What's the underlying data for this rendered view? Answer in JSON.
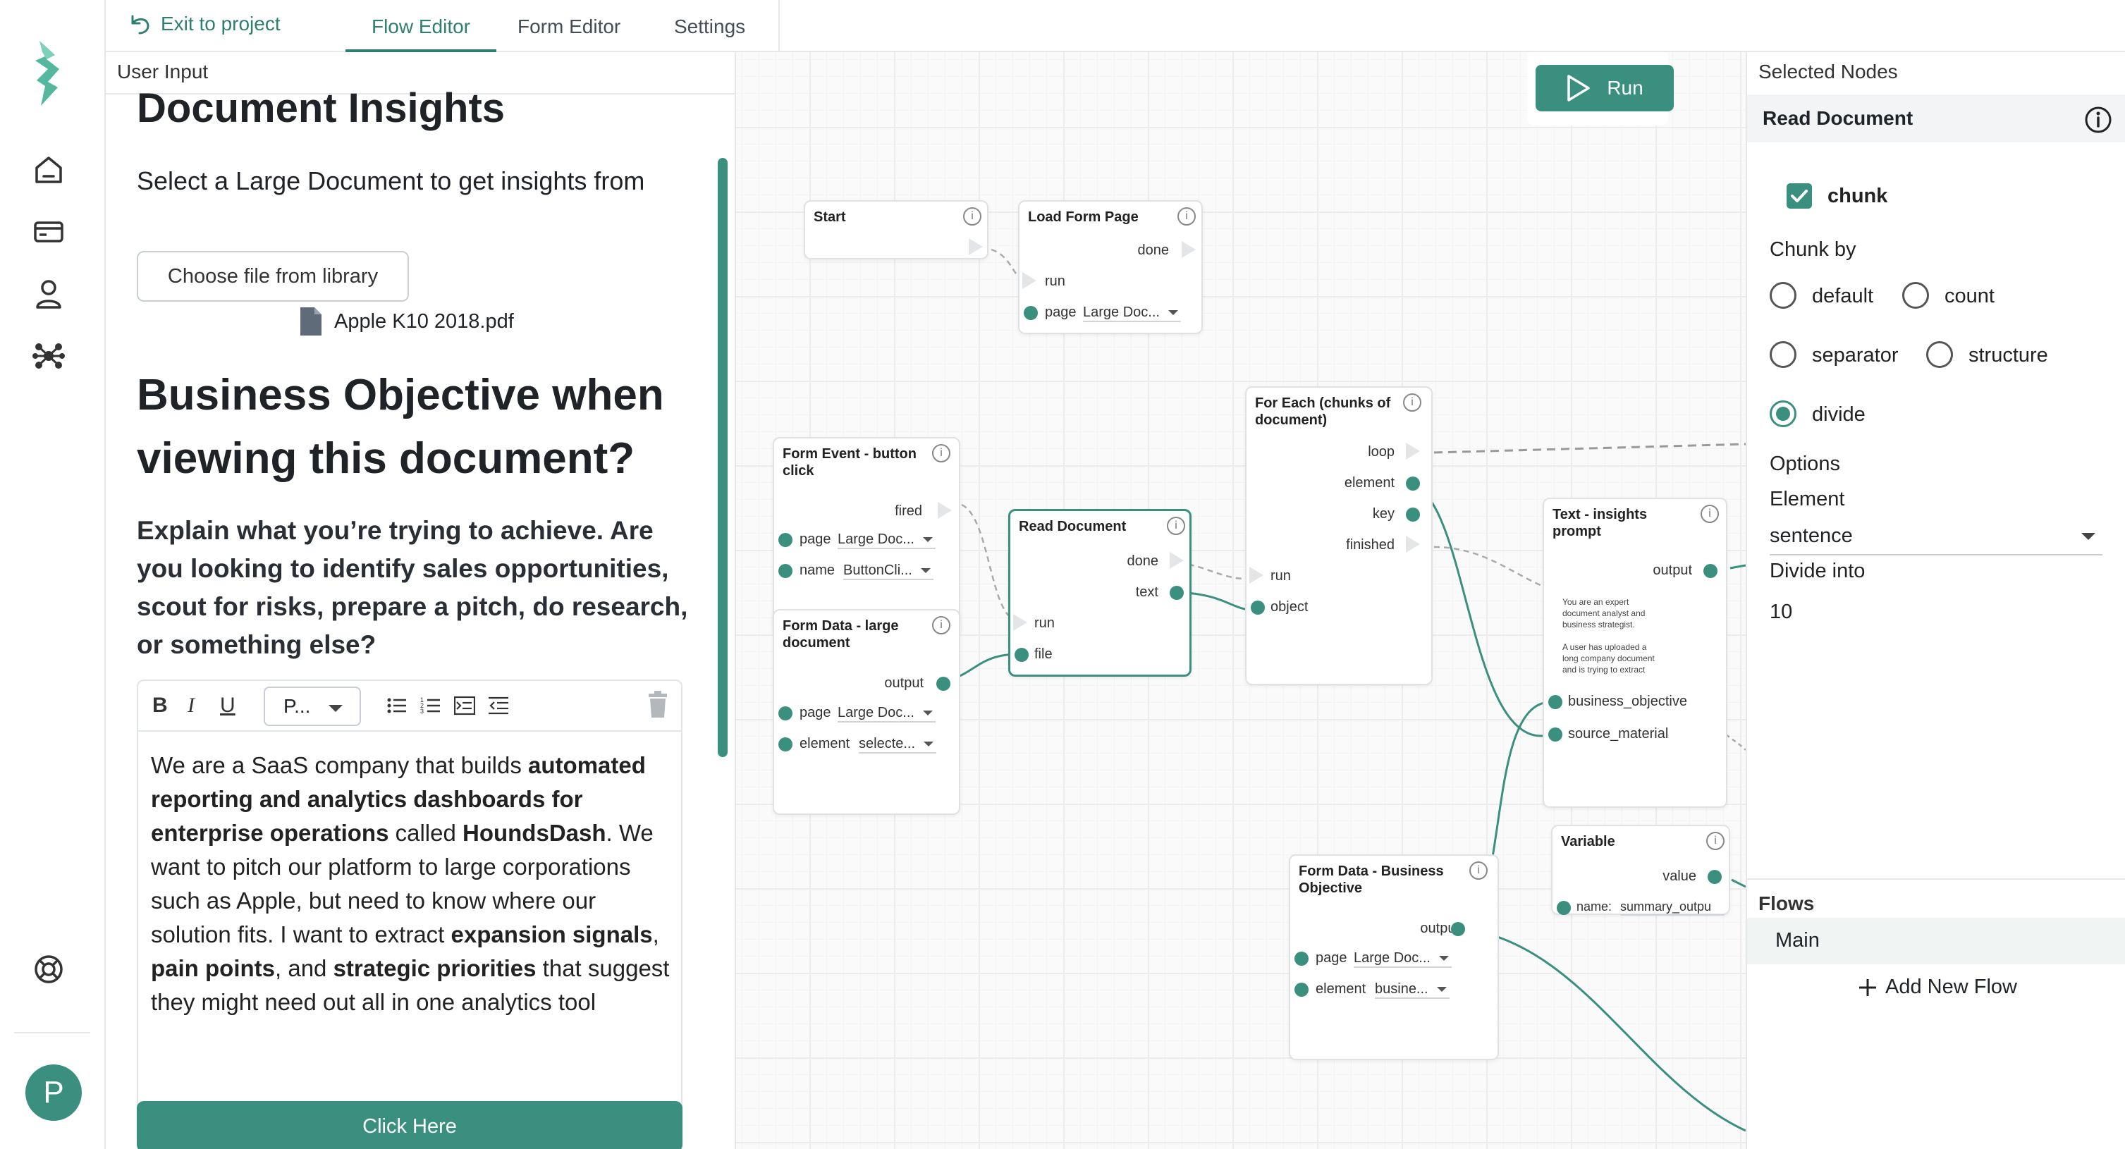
{
  "topbar": {
    "exit_label": "Exit to project",
    "tabs": [
      {
        "label": "Flow Editor",
        "active": true
      },
      {
        "label": "Form Editor",
        "active": false
      },
      {
        "label": "Settings",
        "active": false
      }
    ]
  },
  "rail": {
    "icons": [
      "logo-icon",
      "home-icon",
      "card-icon",
      "user-icon",
      "network-icon",
      "help-icon"
    ],
    "avatar_letter": "P"
  },
  "preview": {
    "header": "User Input",
    "title": "Document Insights",
    "select_text": "Select a Large Document to get insights from",
    "choose_button": "Choose file from library",
    "file_name": "Apple K10 2018.pdf",
    "question": "Business Objective when viewing this document?",
    "explain": "Explain what you’re trying to achieve. Are you looking to identify sales opportunities, scout for risks, prepare a pitch, do research, or something else?",
    "toolbar": {
      "bold": "B",
      "italic": "I",
      "underline": "U",
      "style_select": "P..."
    },
    "editor_parts": [
      {
        "t": "We are a SaaS company that builds ",
        "b": false
      },
      {
        "t": "automated reporting and analytics dashboards for enterprise operations",
        "b": true
      },
      {
        "t": " called ",
        "b": false
      },
      {
        "t": "HoundsDash",
        "b": true
      },
      {
        "t": ". We want to pitch our platform to large corporations such as Apple, but need to know where our solution fits. I want to extract ",
        "b": false
      },
      {
        "t": "expansion signals",
        "b": true
      },
      {
        "t": ", ",
        "b": false
      },
      {
        "t": "pain points",
        "b": true
      },
      {
        "t": ", and ",
        "b": false
      },
      {
        "t": "strategic priorities",
        "b": true
      },
      {
        "t": " that suggest they might need out all in one analytics tool",
        "b": false
      }
    ],
    "submit_button": "Click Here"
  },
  "canvas": {
    "run_label": "Run",
    "nodes": {
      "start": {
        "title": "Start"
      },
      "load_form": {
        "title": "Load Form Page",
        "done": "done",
        "run": "run",
        "page_label": "page",
        "page_value": "Large Doc..."
      },
      "form_event": {
        "title": "Form Event - button click",
        "fired": "fired",
        "page_label": "page",
        "page_value": "Large Doc...",
        "name_label": "name",
        "name_value": "ButtonCli..."
      },
      "form_data_large": {
        "title": "Form Data - large document",
        "output": "output",
        "page_label": "page",
        "page_value": "Large Doc...",
        "element_label": "element",
        "element_value": "selecte..."
      },
      "read_document": {
        "title": "Read Document",
        "done": "done",
        "text": "text",
        "run": "run",
        "file": "file"
      },
      "for_each": {
        "title": "For Each (chunks of document)",
        "loop": "loop",
        "element": "element",
        "key": "key",
        "finished": "finished",
        "run": "run",
        "object": "object"
      },
      "text_prompt": {
        "title": "Text - insights prompt",
        "output": "output",
        "prompt_1": "You are an expert document analyst and business strategist.",
        "prompt_2": "A user has uploaded a long company document and is trying to extract",
        "business_objective": "business_objective",
        "source_material": "source_material"
      },
      "variable": {
        "title": "Variable",
        "value": "value",
        "name_label": "name:",
        "name_value": "summary_outpu"
      },
      "form_data_biz": {
        "title": "Form Data - Business Objective",
        "output": "output",
        "page_label": "page",
        "page_value": "Large Doc...",
        "element_label": "element",
        "element_value": "busine..."
      }
    }
  },
  "right": {
    "header": "Selected Nodes",
    "node_name": "Read Document",
    "chunk_label": "chunk",
    "chunk_checked": true,
    "chunk_by_label": "Chunk by",
    "radios": [
      {
        "label": "default",
        "checked": false
      },
      {
        "label": "count",
        "checked": false
      },
      {
        "label": "separator",
        "checked": false
      },
      {
        "label": "structure",
        "checked": false
      },
      {
        "label": "divide",
        "checked": true
      }
    ],
    "options_label": "Options",
    "element_label": "Element",
    "element_value": "sentence",
    "divide_label": "Divide into",
    "divide_value": "10",
    "flows_header": "Flows",
    "flow_main": "Main",
    "add_flow": "Add New Flow"
  },
  "colors": {
    "accent": "#3b8f7f",
    "grid": "#ececec",
    "border": "#e5e7eb"
  }
}
